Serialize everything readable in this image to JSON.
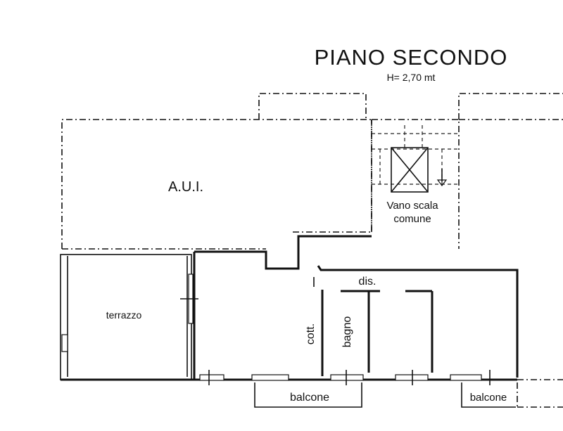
{
  "title": "PIANO SECONDO",
  "subtitle": "H= 2,70 mt",
  "rooms": {
    "aui": "A.U.I.",
    "stair": [
      "Vano scala",
      "comune"
    ],
    "terrace": "terrazzo",
    "hall": "dis.",
    "kitchenette": "cott.",
    "bathroom": "bagno",
    "balcony_center": "balcone",
    "balcony_right": "balcone"
  },
  "colors": {
    "ink": "#111111",
    "paper": "#ffffff"
  }
}
